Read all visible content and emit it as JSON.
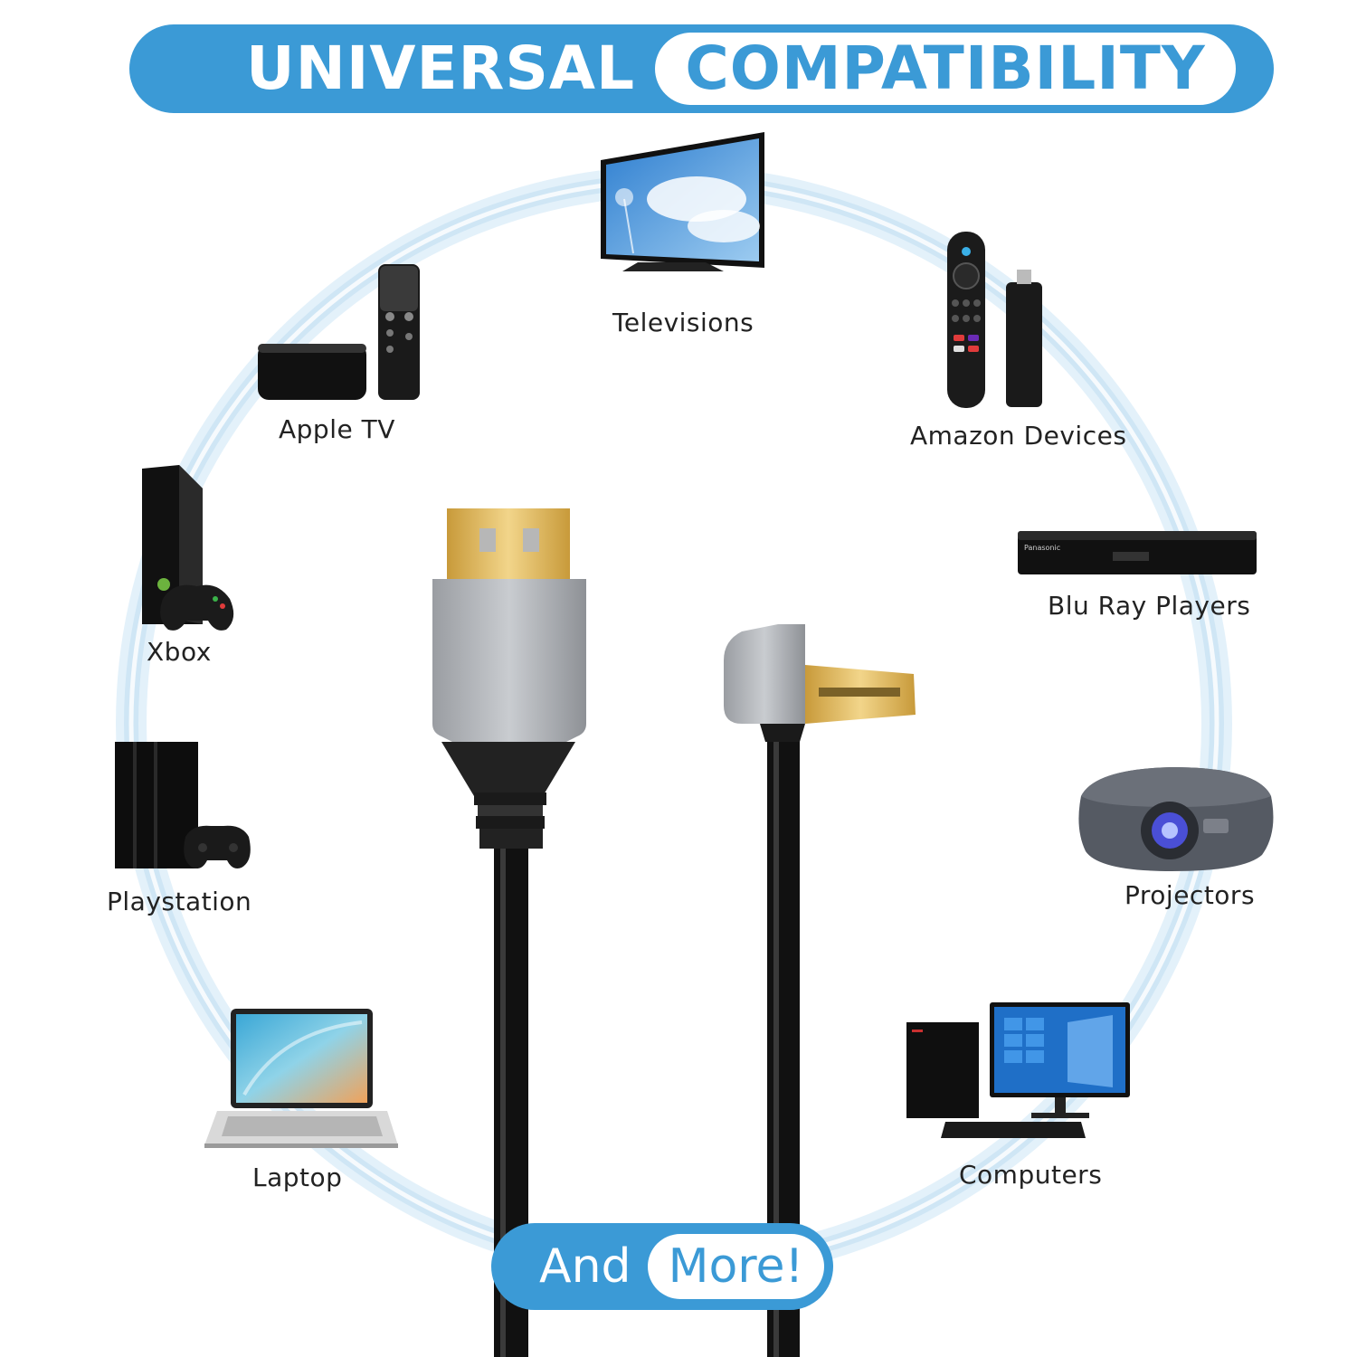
{
  "header": {
    "left_text": "UNIVERSAL",
    "right_text": "COMPATIBILITY"
  },
  "devices": {
    "televisions": "Televisions",
    "apple_tv": "Apple TV",
    "amazon": "Amazon Devices",
    "xbox": "Xbox",
    "bluray": "Blu Ray Players",
    "playstation": "Playstation",
    "projectors": "Projectors",
    "laptop": "Laptop",
    "computers": "Computers"
  },
  "footer": {
    "left_text": "And",
    "right_text": "More!"
  },
  "colors": {
    "accent": "#3b9ad6",
    "glow": "#cfe6f5"
  }
}
